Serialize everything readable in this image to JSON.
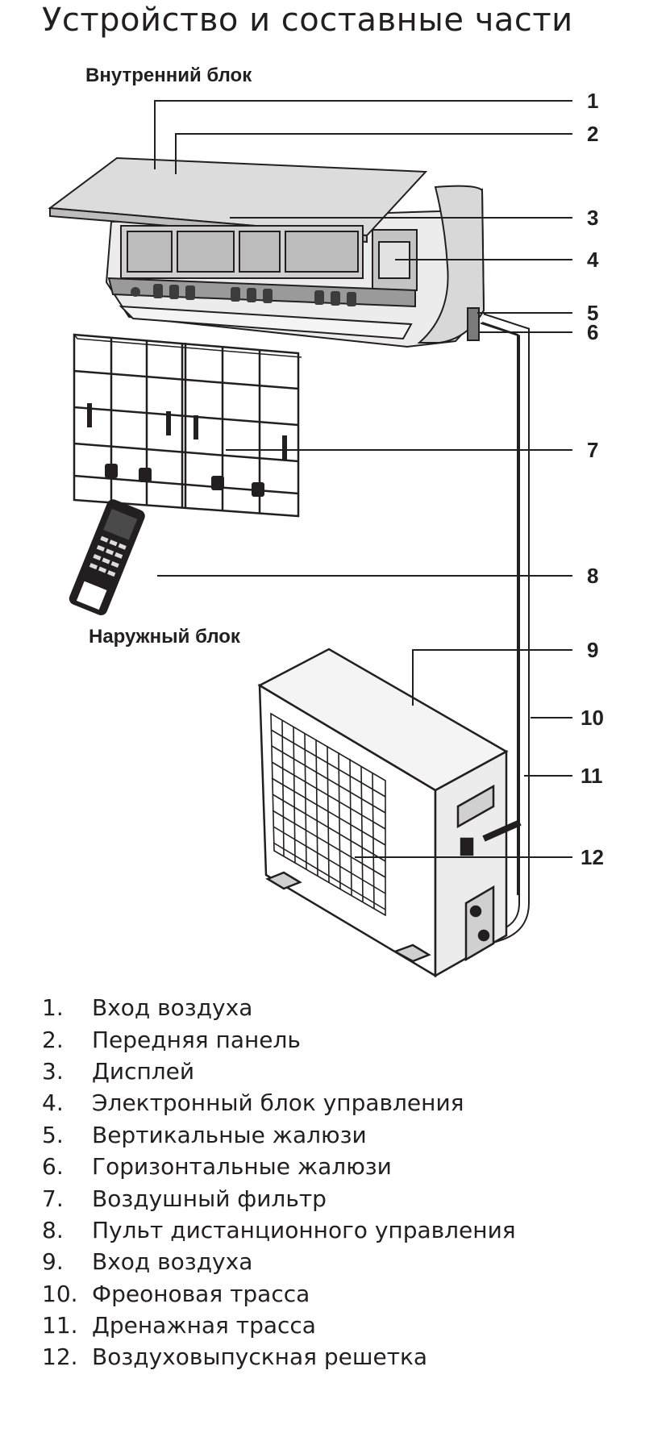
{
  "title": "Устройство и составные части",
  "sections": {
    "indoor": "Внутренний блок",
    "outdoor": "Наружный блок"
  },
  "callouts": [
    "1",
    "2",
    "3",
    "4",
    "5",
    "6",
    "7",
    "8",
    "9",
    "10",
    "11",
    "12"
  ],
  "legend": [
    {
      "num": "1.",
      "text": "Вход воздуха"
    },
    {
      "num": "2.",
      "text": "Передняя панель"
    },
    {
      "num": "3.",
      "text": "Дисплей"
    },
    {
      "num": "4.",
      "text": "Электронный блок управления"
    },
    {
      "num": "5.",
      "text": "Вертикальные жалюзи"
    },
    {
      "num": "6.",
      "text": "Горизонтальные жалюзи"
    },
    {
      "num": "7.",
      "text": "Воздушный фильтр"
    },
    {
      "num": "8.",
      "text": "Пульт дистанционного управления"
    },
    {
      "num": "9.",
      "text": "Вход воздуха"
    },
    {
      "num": "10.",
      "text": "Фреоновая трасса"
    },
    {
      "num": "11.",
      "text": "Дренажная трасса"
    },
    {
      "num": "12.",
      "text": "Воздуховыпускная решетка"
    }
  ]
}
